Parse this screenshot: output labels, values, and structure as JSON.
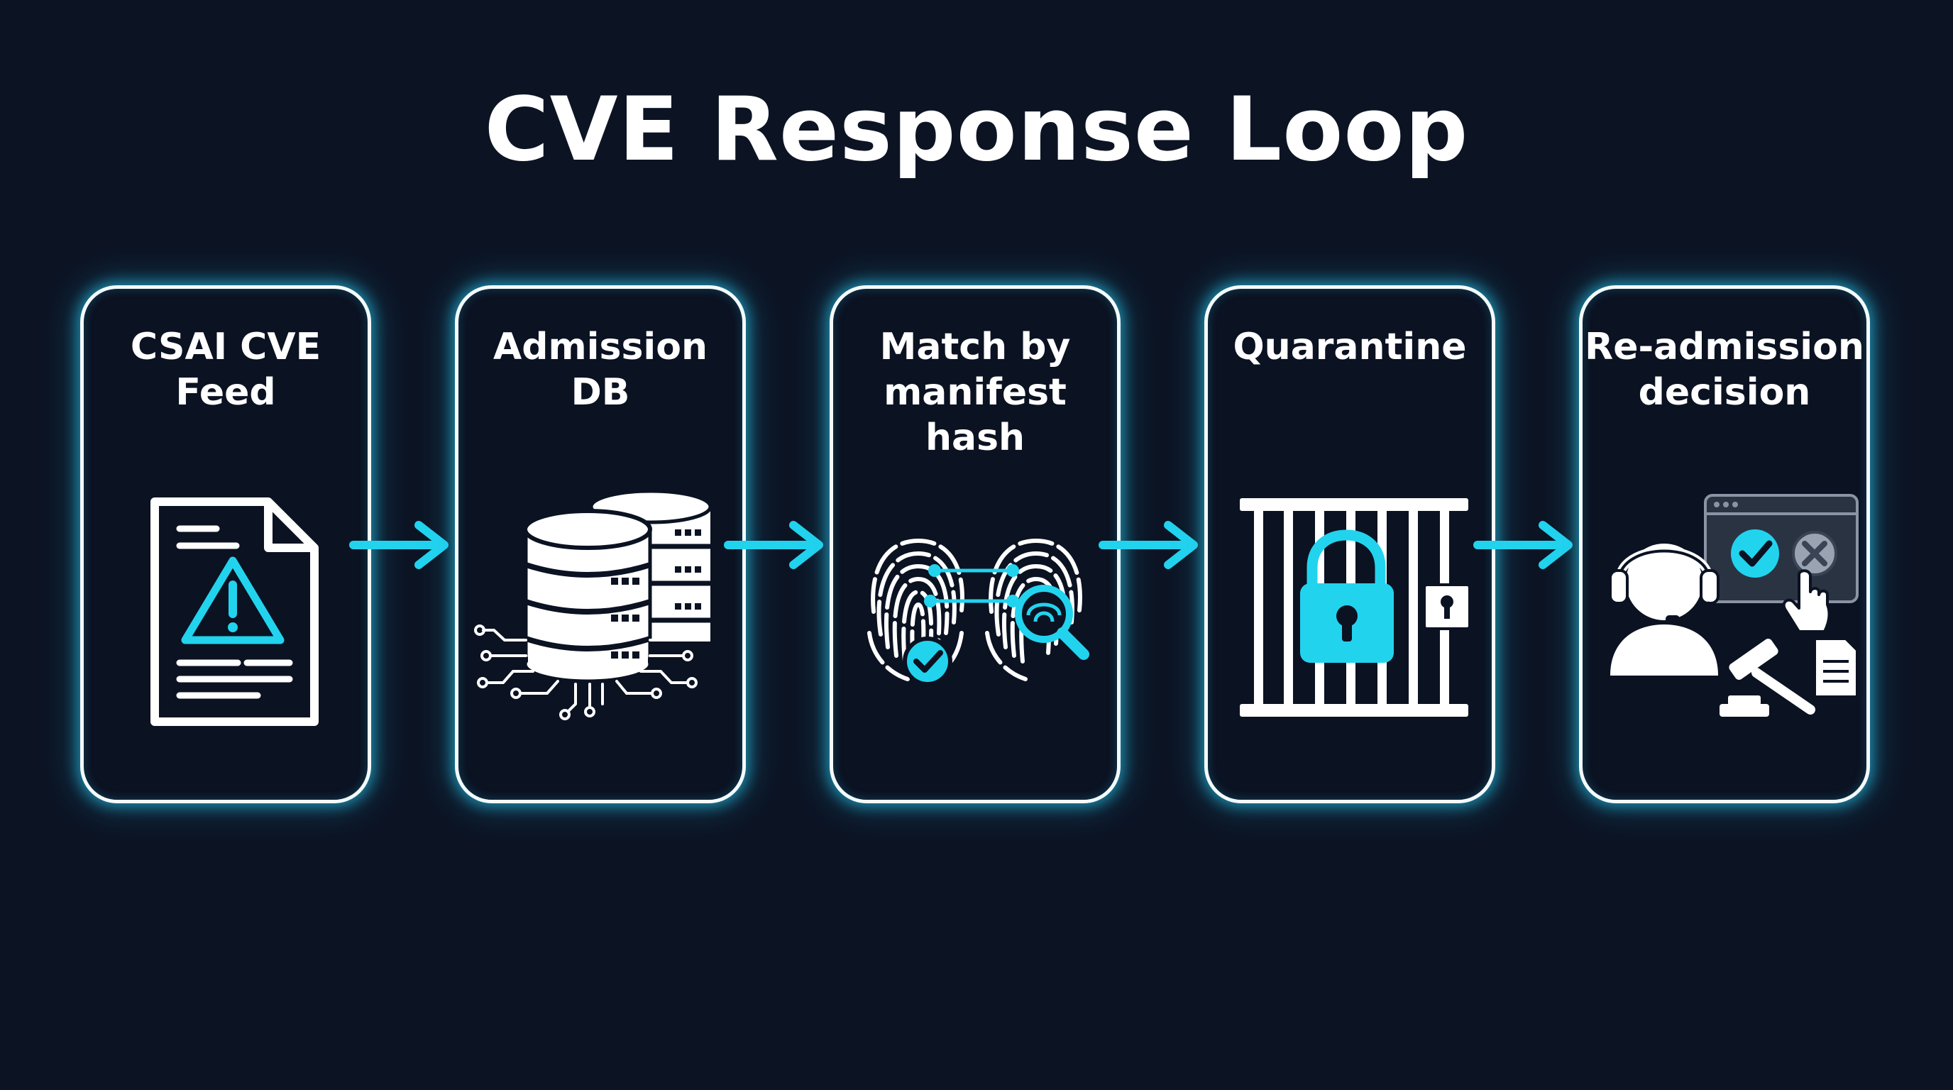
{
  "title": "CVE Response Loop",
  "steps": [
    {
      "label": "CSAI CVE\nFeed",
      "icon": "warning-document-icon"
    },
    {
      "label": "Admission\nDB",
      "icon": "database-icon"
    },
    {
      "label": "Match by\nmanifest hash",
      "icon": "fingerprint-match-icon"
    },
    {
      "label": "Quarantine",
      "icon": "locked-cage-icon"
    },
    {
      "label": "Re-admission\ndecision",
      "icon": "reviewer-gavel-icon"
    }
  ],
  "colors": {
    "background": "#0c1424",
    "accent": "#22d3ee",
    "outline": "#f4fbff"
  }
}
